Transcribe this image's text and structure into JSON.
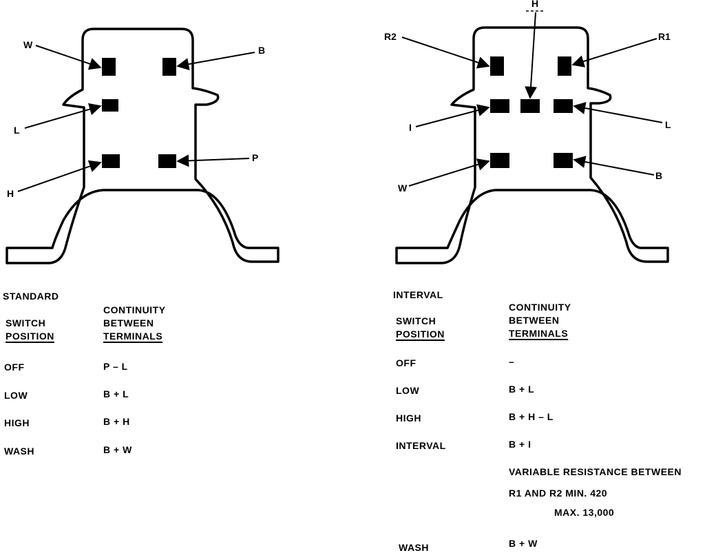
{
  "standard": {
    "terminals": [
      "W",
      "B",
      "L",
      "H",
      "P"
    ],
    "title": "STANDARD",
    "col1_header": [
      "SWITCH",
      "POSITION"
    ],
    "col2_header": [
      "CONTINUITY",
      "BETWEEN",
      "TERMINALS"
    ],
    "rows": [
      {
        "position": "OFF",
        "continuity": "P – L"
      },
      {
        "position": "LOW",
        "continuity": "B + L"
      },
      {
        "position": "HIGH",
        "continuity": "B + H"
      },
      {
        "position": "WASH",
        "continuity": "B + W"
      }
    ]
  },
  "interval": {
    "terminals": [
      "R2",
      "H",
      "R1",
      "I",
      "L",
      "W",
      "B"
    ],
    "title": "INTERVAL",
    "col1_header": [
      "SWITCH",
      "POSITION"
    ],
    "col2_header": [
      "CONTINUITY",
      "BETWEEN",
      "TERMINALS"
    ],
    "rows": [
      {
        "position": "OFF",
        "continuity": "–"
      },
      {
        "position": "LOW",
        "continuity": "B + L"
      },
      {
        "position": "HIGH",
        "continuity": "B + H – L"
      },
      {
        "position": "INTERVAL",
        "continuity": "B + I"
      }
    ],
    "note_line1": "VARIABLE RESISTANCE BETWEEN",
    "note_line2": "R1 AND R2 MIN. 420",
    "note_line3": "MAX. 13,000",
    "wash_row": {
      "position": "WASH",
      "continuity": "B + W"
    }
  }
}
